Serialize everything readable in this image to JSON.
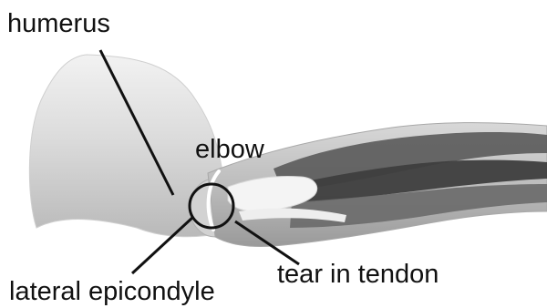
{
  "labels": {
    "humerus": "humerus",
    "elbow": "elbow",
    "lateral_epicondyle": "lateral epicondyle",
    "tear_in_tendon": "tear in tendon"
  },
  "colors": {
    "background": "#ffffff",
    "skin_light": "#e9e9e9",
    "skin_mid": "#cfcfcf",
    "skin_shadow": "#a9a9a9",
    "muscle_dark": "#4a4a4a",
    "muscle_mid": "#7a7a7a",
    "tendon": "#f1f1f1",
    "line": "#111111"
  }
}
